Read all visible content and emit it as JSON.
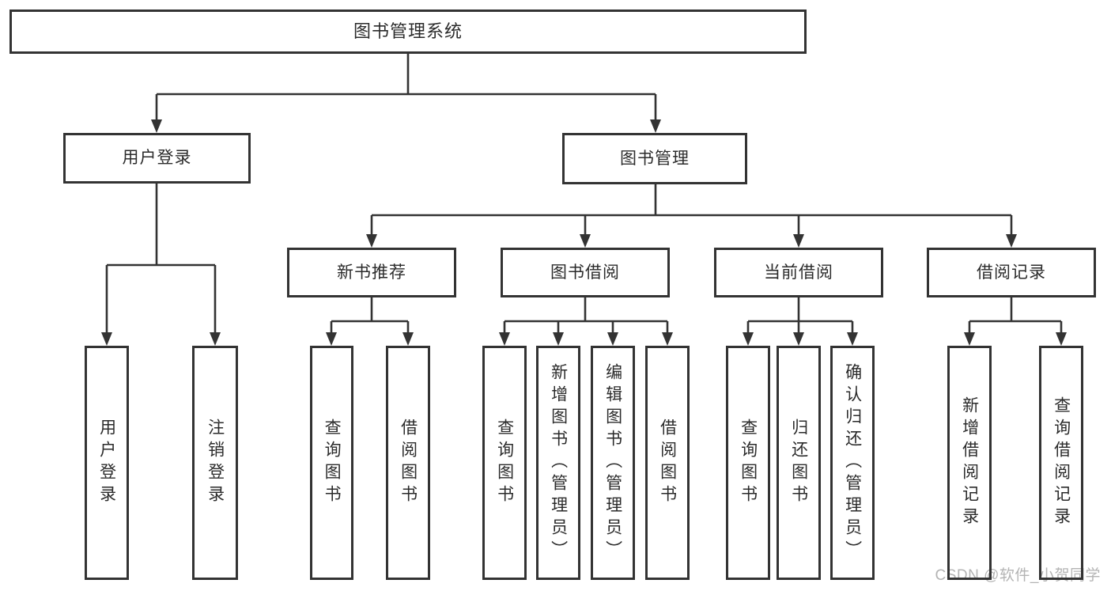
{
  "tree": {
    "root": {
      "label": "图书管理系统"
    },
    "children": [
      {
        "label": "用户登录",
        "children": [
          {
            "label": "用户登录"
          },
          {
            "label": "注销登录"
          }
        ]
      },
      {
        "label": "图书管理",
        "children": [
          {
            "label": "新书推荐",
            "children": [
              {
                "label": "查询图书"
              },
              {
                "label": "借阅图书"
              }
            ]
          },
          {
            "label": "图书借阅",
            "children": [
              {
                "label": "查询图书"
              },
              {
                "label": "新增图书（管理员）"
              },
              {
                "label": "编辑图书（管理员）"
              },
              {
                "label": "借阅图书"
              }
            ]
          },
          {
            "label": "当前借阅",
            "children": [
              {
                "label": "查询图书"
              },
              {
                "label": "归还图书"
              },
              {
                "label": "确认归还（管理员）"
              }
            ]
          },
          {
            "label": "借阅记录",
            "children": [
              {
                "label": "新增借阅记录"
              },
              {
                "label": "查询借阅记录"
              }
            ]
          }
        ]
      }
    ]
  },
  "watermark": {
    "text": "CSDN @软件_小贺同学"
  },
  "colors": {
    "line": "#333333",
    "text": "#2b2b2b",
    "watermark": "#b4b4b4",
    "background": "#ffffff"
  }
}
